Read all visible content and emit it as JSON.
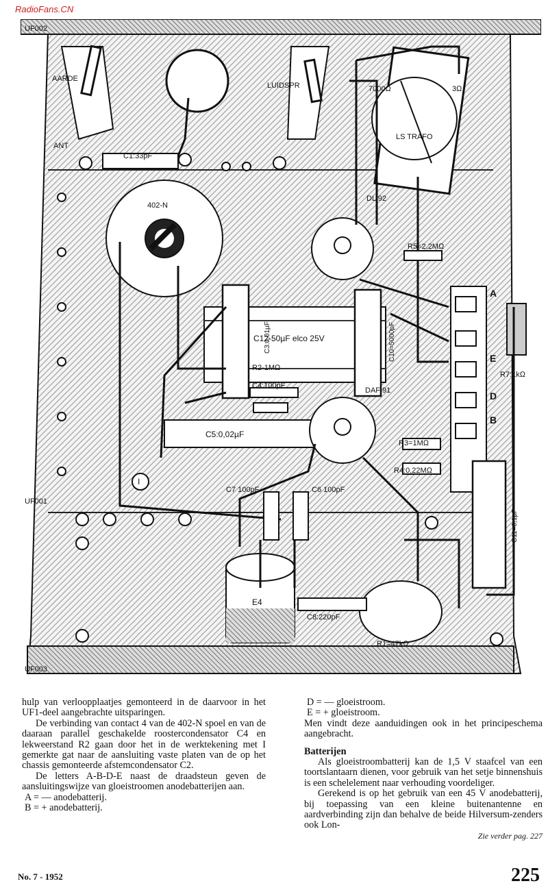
{
  "watermark": "RadioFans.CN",
  "diagram": {
    "labels": {
      "uf002": "UF002",
      "uf001": "UF001",
      "uf003": "UF003",
      "aarde": "AARDE",
      "luidspr": "LUIDSPR",
      "ant": "ANT",
      "c1": "C1:33pF",
      "coil": "402-N",
      "r_7000": "7000Ω",
      "r_3": "3Ω",
      "trafo": "LS TRAFO",
      "dl92": "DL 92",
      "r5": "R5=2,2MΩ",
      "a": "A",
      "b": "B",
      "d": "D",
      "e": "E",
      "r7": "R7:1kΩ",
      "c12": "C12-50µF elco 25V",
      "c3": "C3:0,01µF",
      "c10": "C10=5000pF",
      "r2": "R2-1MΩ",
      "c4": "C4:100pF",
      "daf91": "DAF 91",
      "c5": "C5:0,02µF",
      "r3": "R3=1MΩ",
      "r4": "R4:0,22MΩ",
      "c11": "C11=0,1µF",
      "c7": "C7 100pF",
      "c6": "C6 100pF",
      "c8": "C8:220pF",
      "r1": "R1=47kΩ",
      "e4": "E4",
      "i": "I"
    }
  },
  "text": {
    "left": [
      "hulp van verloopplaatjes gemonteerd in de daarvoor in het UF1-deel aangebrachte uitsparingen.",
      "De verbinding van contact 4 van de 402-N spoel en van de daaraan parallel geschakelde roostercondensator C4 en lekweerstand R2 gaan door het in de werktekening met I gemerkte gat naar de aansluiting vaste platen van de op het chassis gemonteerde afstemcondensator C2.",
      "De letters A-B-D-E naast de draadsteun geven de aansluitingswijze van gloeistroomen anodebatterijen aan."
    ],
    "list_left": [
      "A = — anodebatterij.",
      "B = + anodebatterij."
    ],
    "list_right": [
      "D = — gloeistroom.",
      "E = + gloeistroom."
    ],
    "right_para": "Men vindt deze aanduidingen ook in het principeschema aangebracht.",
    "heading": "Batterijen",
    "right": [
      "Als gloeistroombatterij kan de 1,5 V staafcel van een toortslantaarn dienen, voor gebruik van het setje binnenshuis is een schelelement naar verhouding voordeliger.",
      "Gerekend is op het gebruik van een 45 V anodebatterij, bij toepassing van een kleine buitenantenne en aardverbinding zijn dan behalve de beide Hilversum-zenders ook Lon-"
    ],
    "continued": "Zie verder pag. 227"
  },
  "footer": {
    "issue": "No. 7 - 1952",
    "page": "225"
  }
}
